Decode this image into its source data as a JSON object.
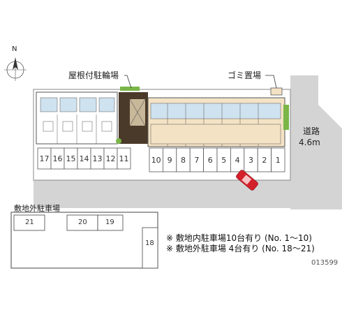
{
  "compass": {
    "north_label": "N"
  },
  "labels": {
    "bicycle_parking": "屋根付駐輪場",
    "garbage_area": "ゴミ置場",
    "road_label": "道路",
    "road_width": "4.6m",
    "offsite_parking_title": "敷地外駐車場"
  },
  "onsite_spaces_left": [
    "17",
    "16",
    "15",
    "14",
    "13",
    "12",
    "11"
  ],
  "onsite_spaces_right": [
    "10",
    "9",
    "8",
    "7",
    "6",
    "5",
    "4",
    "3",
    "2",
    "1"
  ],
  "offsite_spaces": [
    "21",
    "20",
    "19",
    "18"
  ],
  "notes": [
    "※ 敷地内駐車場10台有り (No. 1～10)",
    "※ 敷地外駐車場 4台有り (No. 18～21)"
  ],
  "property_code": "013599",
  "colors": {
    "building_fill": "#f3e2c4",
    "roof_dark": "#4a3a2a",
    "unit_blue": "#cfe2ef",
    "road_gray": "#d4d4d4",
    "car_red": "#d4202b",
    "garden_green": "#7ab648"
  }
}
